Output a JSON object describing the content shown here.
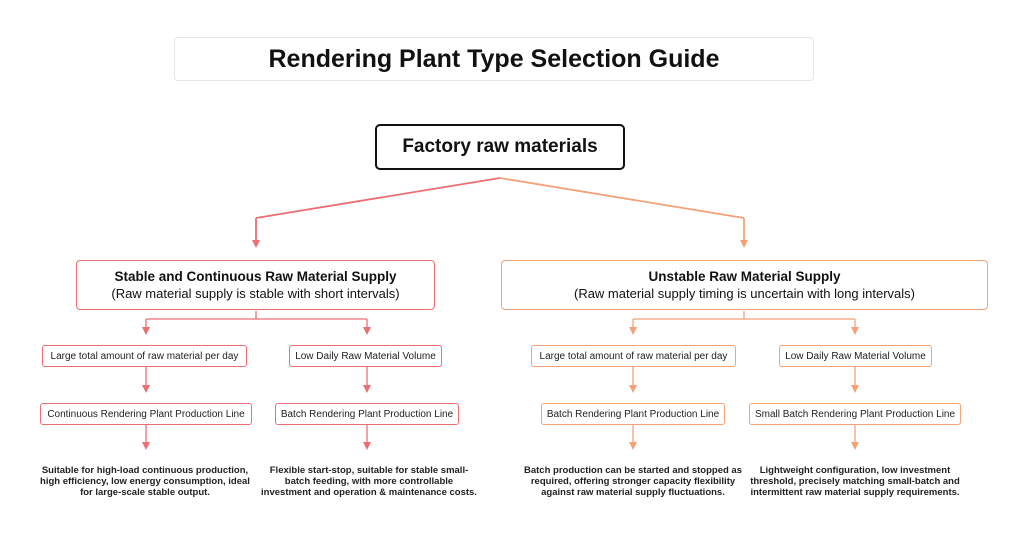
{
  "title": "Rendering Plant Type Selection Guide",
  "root": "Factory raw materials",
  "branches": [
    {
      "title": "Stable and Continuous Raw Material Supply",
      "subtitle": "(Raw material supply is stable with short intervals)",
      "color": "#ec6e72",
      "children": [
        {
          "condition": "Large total amount of raw material per day",
          "plant": "Continuous Rendering Plant Production Line",
          "description": "Suitable for high-load continuous production, high efficiency, low energy consumption, ideal for large-scale stable output."
        },
        {
          "condition": "Low Daily Raw Material Volume",
          "plant": "Batch Rendering Plant Production Line",
          "description": "Flexible start-stop, suitable for stable small-batch feeding, with more controllable investment and operation & maintenance costs."
        }
      ]
    },
    {
      "title": "Unstable Raw Material Supply",
      "subtitle": "(Raw material supply timing is uncertain with long intervals)",
      "color": "#f3a278",
      "children": [
        {
          "condition": "Large total amount of raw material per day",
          "plant": "Batch Rendering Plant Production Line",
          "description": "Batch production can be started and stopped as required, offering stronger capacity flexibility against raw material supply fluctuations."
        },
        {
          "condition": "Low Daily Raw Material Volume",
          "plant": "Small Batch Rendering Plant Production Line",
          "description": "Lightweight configuration, low investment threshold, precisely matching small-batch and intermittent raw material supply requirements."
        }
      ]
    }
  ]
}
